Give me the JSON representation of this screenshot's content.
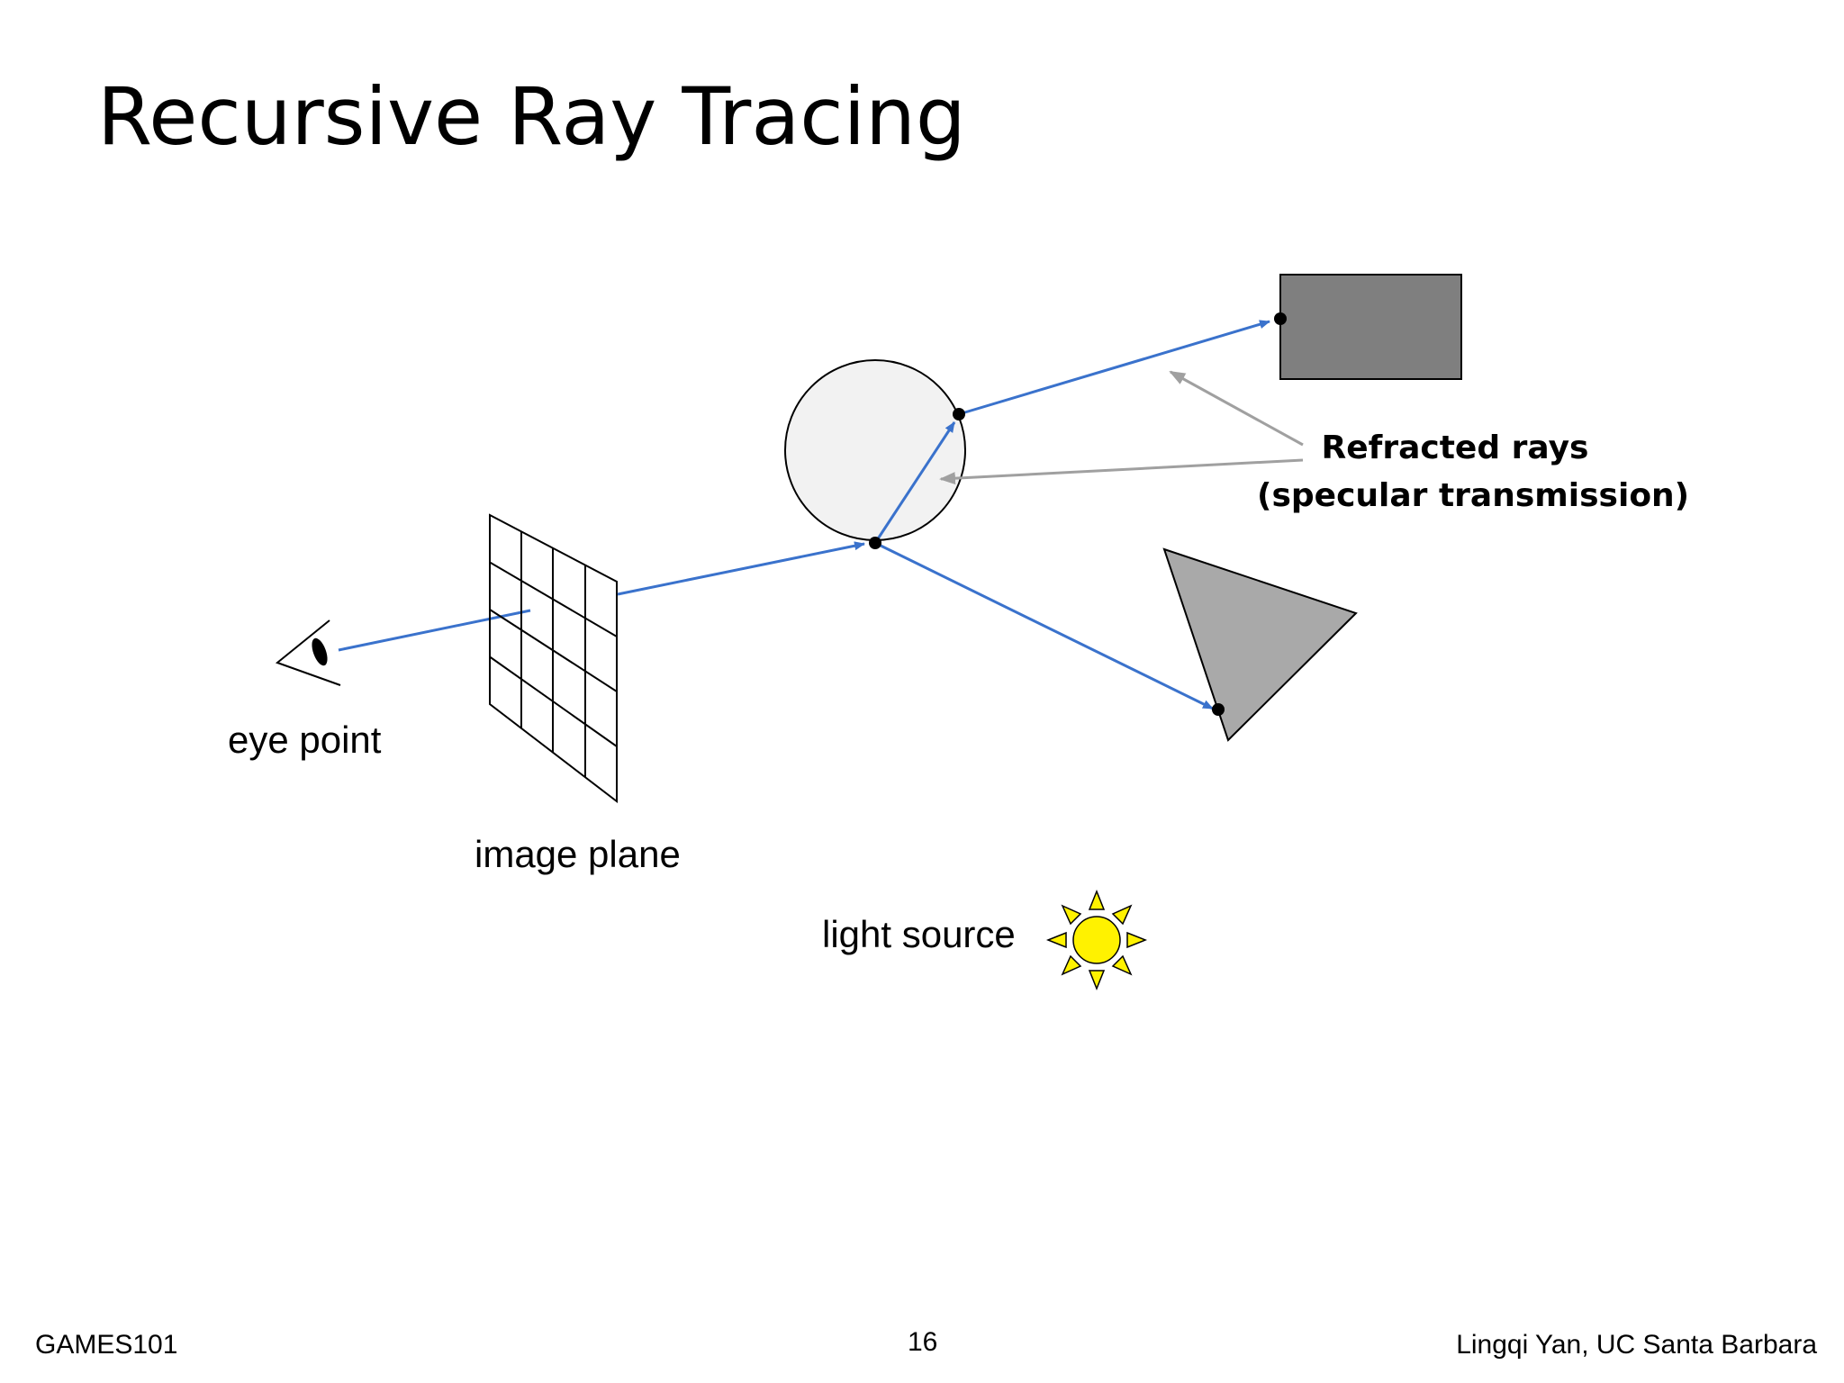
{
  "slide": {
    "title": "Recursive Ray Tracing"
  },
  "labels": {
    "eye_point": "eye point",
    "image_plane": "image plane",
    "light_source": "light source",
    "callout_line1": "Refracted rays",
    "callout_line2": "(specular transmission)"
  },
  "colors": {
    "ray": "#3A72CC",
    "callout_arrow": "#A0A0A0",
    "sphere_fill": "#F2F2F2",
    "box_fill": "#7F7F7F",
    "triangle_fill": "#A9A9A9",
    "sun_fill": "#FFF200"
  },
  "icons": {
    "eye": "eye-icon",
    "sun": "sun-icon"
  },
  "footer": {
    "left": "GAMES101",
    "center": "16",
    "right": "Lingqi Yan, UC Santa Barbara"
  }
}
